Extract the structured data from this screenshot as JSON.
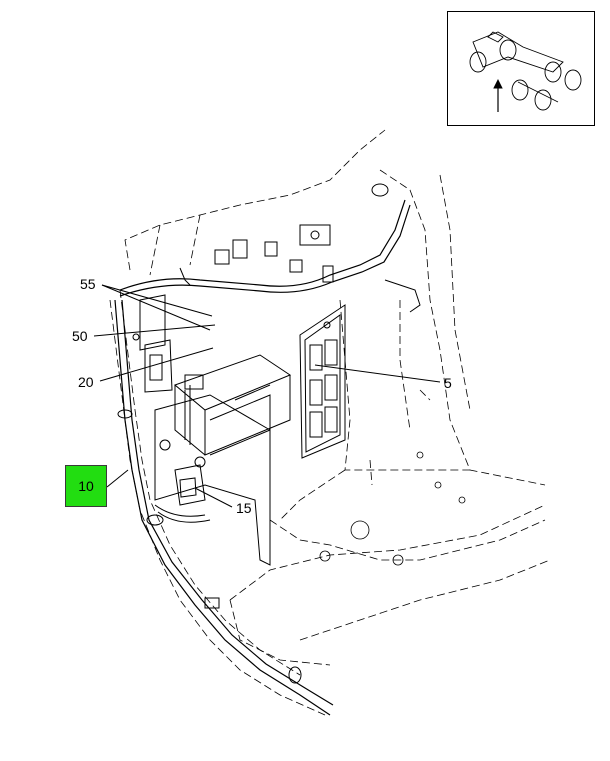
{
  "colors": {
    "highlight": "#22dd11",
    "line": "#000000",
    "background": "#ffffff"
  },
  "callouts": {
    "c55": "55",
    "c50": "50",
    "c20": "20",
    "c5": "5",
    "c15": "15",
    "c10": "10"
  }
}
